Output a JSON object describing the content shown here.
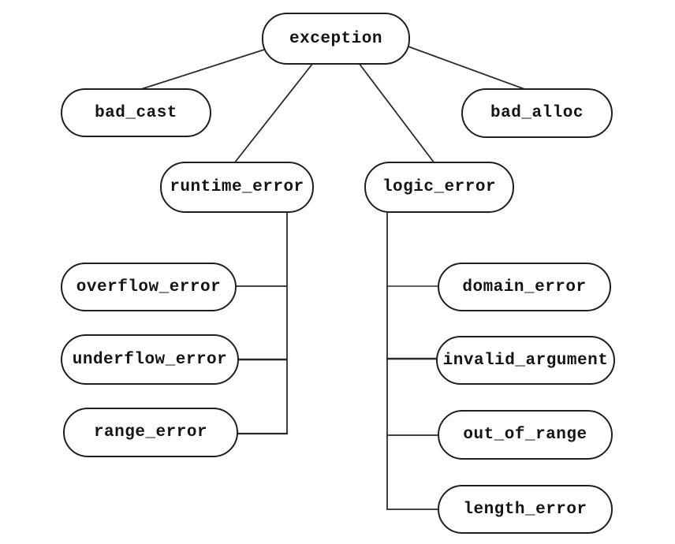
{
  "diagram": {
    "type": "class-hierarchy-tree",
    "nodes": {
      "exception": "exception",
      "bad_cast": "bad_cast",
      "bad_alloc": "bad_alloc",
      "runtime_error": "runtime_error",
      "logic_error": "logic_error",
      "overflow_error": "overflow_error",
      "underflow_error": "underflow_error",
      "range_error": "range_error",
      "domain_error": "domain_error",
      "invalid_argument": "invalid_argument",
      "out_of_range": "out_of_range",
      "length_error": "length_error"
    },
    "edges": [
      {
        "from": "exception",
        "to": "bad_cast"
      },
      {
        "from": "exception",
        "to": "runtime_error"
      },
      {
        "from": "exception",
        "to": "logic_error"
      },
      {
        "from": "exception",
        "to": "bad_alloc"
      },
      {
        "from": "runtime_error",
        "to": "overflow_error"
      },
      {
        "from": "runtime_error",
        "to": "underflow_error"
      },
      {
        "from": "runtime_error",
        "to": "range_error"
      },
      {
        "from": "logic_error",
        "to": "domain_error"
      },
      {
        "from": "logic_error",
        "to": "invalid_argument"
      },
      {
        "from": "logic_error",
        "to": "out_of_range"
      },
      {
        "from": "logic_error",
        "to": "length_error"
      }
    ],
    "colors": {
      "background": "#ffffff",
      "stroke": "#1f1f1f",
      "text": "#141414"
    }
  }
}
